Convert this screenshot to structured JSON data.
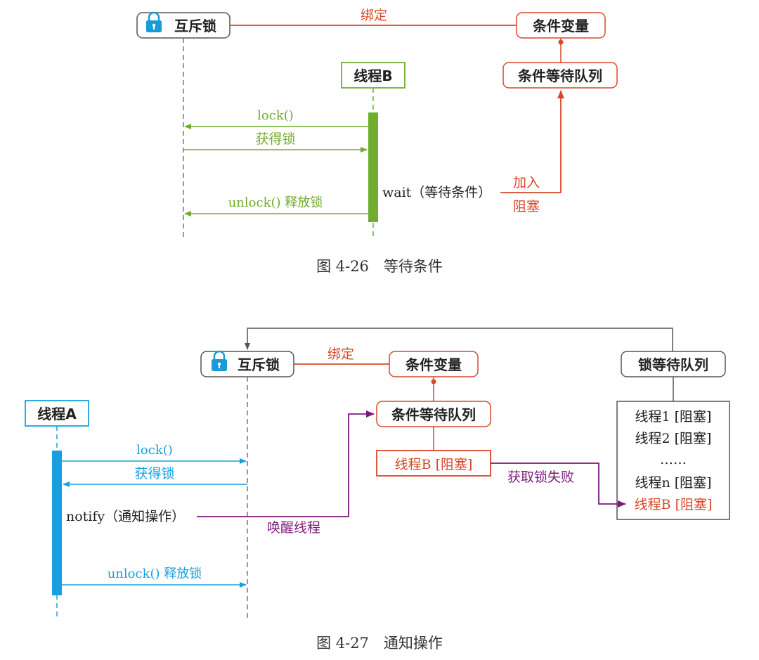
{
  "colors": {
    "red": "#d9472b",
    "green": "#70ad2e",
    "blue": "#199fe0",
    "purple": "#7c1a7a",
    "gray": "#555555",
    "dark": "#222222",
    "lock": "#1a9ad6"
  },
  "icons": {
    "lock": "padlock-icon"
  },
  "fig26": {
    "mutex": "互斥锁",
    "bind": "绑定",
    "condvar": "条件变量",
    "wait_queue": "条件等待队列",
    "thread_b": "线程B",
    "lock_call": "lock()",
    "acquire": "获得锁",
    "unlock": "unlock() 释放锁",
    "wait": "wait（等待条件）",
    "join": "加入",
    "block": "阻塞",
    "caption": "图 4-26　等待条件"
  },
  "fig27": {
    "mutex": "互斥锁",
    "bind": "绑定",
    "condvar": "条件变量",
    "lock_wait_queue": "锁等待队列",
    "thread_a": "线程A",
    "wait_queue": "条件等待队列",
    "thread_b_blocked": "线程B [阻塞]",
    "lock_call": "lock()",
    "acquire": "获得锁",
    "notify": "notify（通知操作）",
    "wake": "唤醒线程",
    "acquire_fail": "获取锁失败",
    "unlock": "unlock() 释放锁",
    "queue_items": [
      "线程1 [阻塞]",
      "线程2 [阻塞]",
      "……",
      "线程n [阻塞]",
      "线程B [阻塞]"
    ],
    "caption": "图 4-27　通知操作"
  }
}
